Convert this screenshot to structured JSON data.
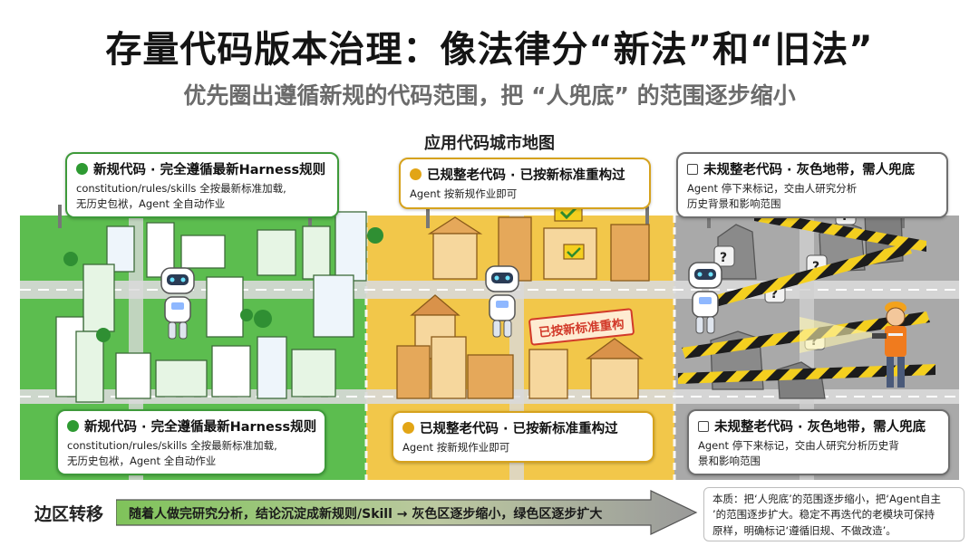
{
  "header": {
    "title": "存量代码版本治理：像法律分“新法”和“旧法”",
    "subtitle": "优先圈出遵循新规的代码范围，把 “人兜底” 的范围逐步缩小"
  },
  "map": {
    "title": "应用代码城市地图",
    "zones": {
      "green": {
        "top_title": "新规代码 · 完全遵循最新Harness规则",
        "top_desc_1": "constitution/rules/skills 全按最新标准加载,",
        "top_desc_2": "无历史包袱，Agent 全自动作业",
        "bottom_title": "新规代码 · 完全遵循最新Harness规则",
        "bottom_desc_1": "constitution/rules/skills 全按最新标准加载,",
        "bottom_desc_2": "无历史包袱，Agent 全自动作业",
        "color": "#5cbd4f"
      },
      "yellow": {
        "top_title": "已规整老代码 · 已按新标准重构过",
        "top_desc": "Agent 按新规作业即可",
        "bottom_title": "已规整老代码 · 已按新标准重构过",
        "bottom_desc": "Agent 按新规作业即可",
        "stamp": "已按新标准重构",
        "color": "#f2c74a"
      },
      "gray": {
        "top_title": "未规整老代码 · 灰色地带，需人兜底",
        "top_desc_1": "Agent 停下来标记，交由人研究分析",
        "top_desc_2": "历史背景和影响范围",
        "bottom_title": "未规整老代码 · 灰色地带，需人兜底",
        "bottom_desc_1": "Agent 停下来标记，交由人研究分析历史背",
        "bottom_desc_2": "景和影响范围",
        "color": "#a9a9a9"
      }
    }
  },
  "footer": {
    "edge_label": "边区转移",
    "edge_text": "随着人做完研究分析，结论沉淀成新规则/Skill → 灰色区逐步缩小，绿色区逐步扩大",
    "essence_1": "本质：把‘人兜底’的范围逐步缩小，把‘Agent自主",
    "essence_2": "’的范围逐步扩大。稳定不再迭代的老模块可保持",
    "essence_3": "原样，明确标记‘遵循旧规、不做改造’。"
  },
  "icons": [
    "check-circle-icon",
    "robot-icon",
    "question-mark-icon",
    "caution-tape-icon",
    "flashlight-icon",
    "worker-icon",
    "checkmark-sign-icon"
  ]
}
